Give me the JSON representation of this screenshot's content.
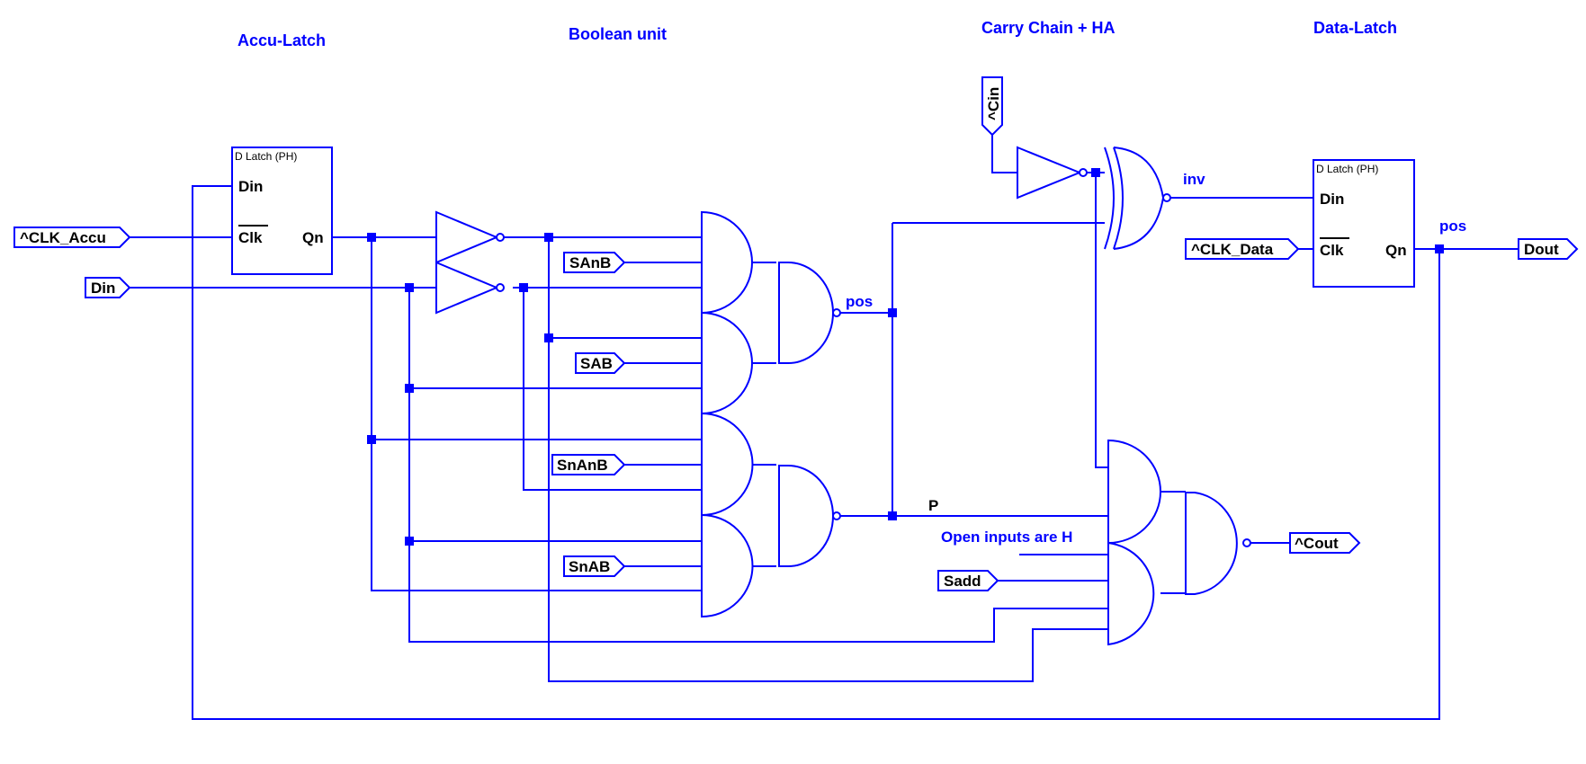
{
  "colors": {
    "wire": "#0000ff",
    "text": "#000000",
    "background": "#ffffff"
  },
  "sections": {
    "accu_latch": "Accu-Latch",
    "boolean_unit": "Boolean unit",
    "carry_chain": "Carry Chain + HA",
    "data_latch": "Data-Latch"
  },
  "latches": {
    "accu": {
      "title": "D Latch (PH)",
      "din": "Din",
      "clk": "Clk",
      "qn": "Qn"
    },
    "data": {
      "title": "D Latch (PH)",
      "din": "Din",
      "clk": "Clk",
      "qn": "Qn"
    }
  },
  "ports": {
    "clk_accu": "^CLK_Accu",
    "din": "Din",
    "sanb": "SAnB",
    "sab": "SAB",
    "snanb": "SnAnB",
    "snab": "SnAB",
    "cin": "^Cin",
    "clk_data": "^CLK_Data",
    "dout": "Dout",
    "cout": "^Cout",
    "sadd": "Sadd"
  },
  "net_labels": {
    "pos_boolean": "pos",
    "inv": "inv",
    "pos_data": "pos",
    "p": "P"
  },
  "note": "Open inputs are H"
}
